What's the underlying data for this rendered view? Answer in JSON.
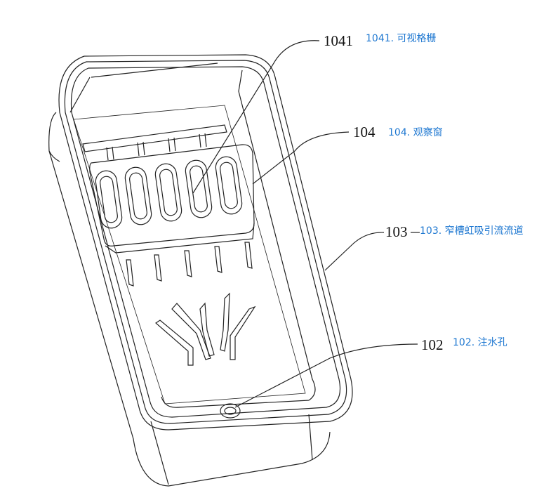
{
  "callouts": [
    {
      "number": "1041",
      "label": "1041. 可视格栅"
    },
    {
      "number": "104",
      "label": "104. 观察窗"
    },
    {
      "number": "103",
      "label": "103. 窄槽虹吸引流流道"
    },
    {
      "number": "102",
      "label": "102. 注水孔"
    }
  ],
  "colors": {
    "line": "#222222",
    "label": "#1f78d1"
  }
}
